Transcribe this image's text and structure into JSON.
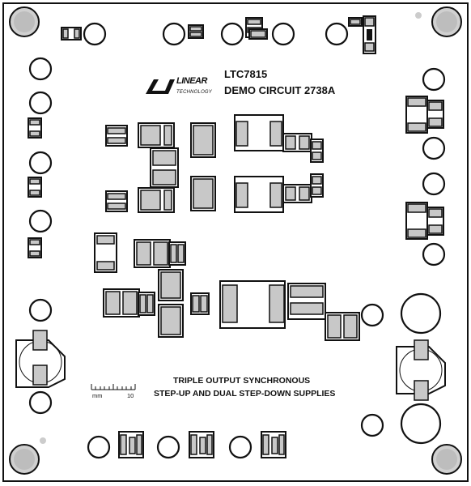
{
  "board": {
    "logo_name": "LINEAR",
    "logo_subtitle": "TECHNOLOGY",
    "part_number": "LTC7815",
    "demo_circuit": "DEMO CIRCUIT 2738A",
    "description_line1": "TRIPLE OUTPUT SYNCHRONOUS",
    "description_line2": "STEP-UP AND DUAL STEP-DOWN SUPPLIES",
    "scale_unit": "mm",
    "scale_value": "10"
  },
  "colors": {
    "board_outline": "#111111",
    "pad_fill": "#c8c8c8",
    "silkscreen": "#111111",
    "background": "#ffffff"
  }
}
